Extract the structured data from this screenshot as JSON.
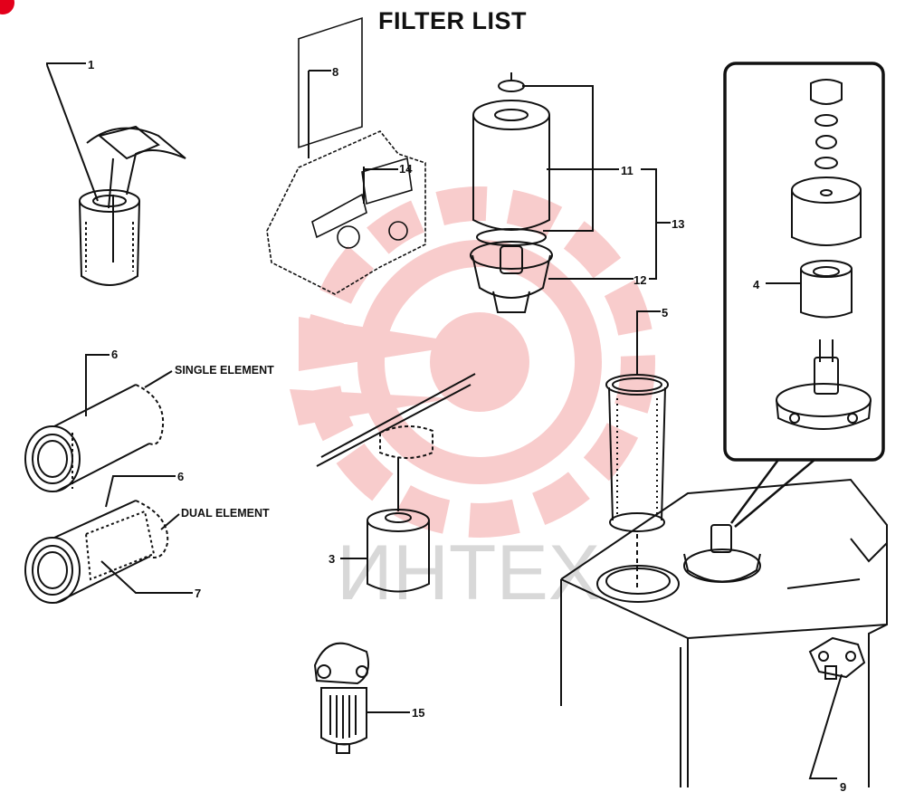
{
  "title": "FILTER LIST",
  "watermark": {
    "text": "ИНТЕХ",
    "color": "#f6b8b8"
  },
  "labels": {
    "single_element": "SINGLE ELEMENT",
    "dual_element": "DUAL ELEMENT"
  },
  "callouts": {
    "c1": "1",
    "c3": "3",
    "c4": "4",
    "c5": "5",
    "c6a": "6",
    "c6b": "6",
    "c7": "7",
    "c8": "8",
    "c9": "9",
    "c11": "11",
    "c12": "12",
    "c13": "13",
    "c14": "14",
    "c15": "15"
  },
  "colors": {
    "ink": "#111111",
    "brand": "#e3001b"
  }
}
